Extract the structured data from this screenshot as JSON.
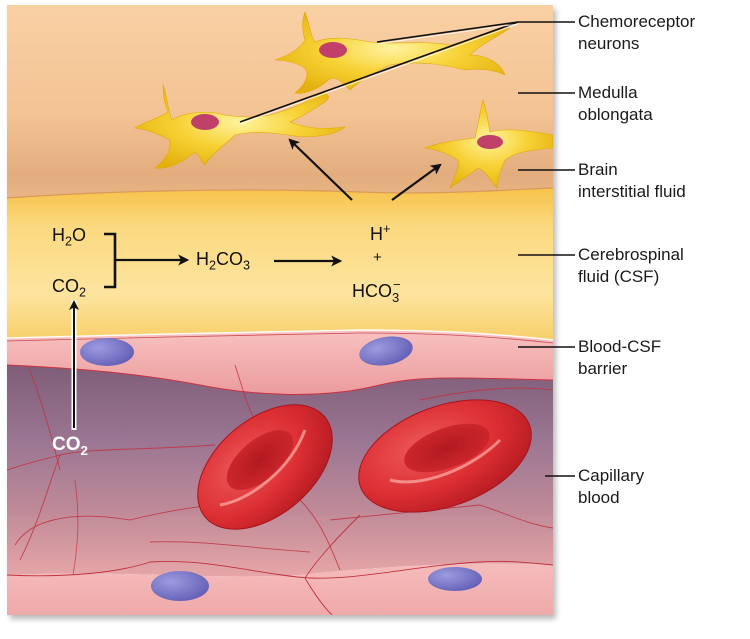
{
  "title": "Chemoreceptor response to CO2 in cerebrospinal fluid",
  "labels": [
    {
      "id": "chemoreceptor-neurons",
      "line1": "Chemoreceptor",
      "line2": "neurons"
    },
    {
      "id": "medulla-oblongata",
      "line1": "Medulla",
      "line2": "oblongata"
    },
    {
      "id": "brain-interstitial-fluid",
      "line1": "Brain",
      "line2": "interstitial fluid"
    },
    {
      "id": "cerebrospinal-fluid",
      "line1": "Cerebrospinal",
      "line2": "fluid (CSF)"
    },
    {
      "id": "blood-csf-barrier",
      "line1": "Blood-CSF",
      "line2": "barrier"
    },
    {
      "id": "capillary-blood",
      "line1": "Capillary",
      "line2": "blood"
    }
  ],
  "reaction": {
    "water": {
      "base": "H",
      "sub": "2",
      "rest": "O"
    },
    "co2_csf": {
      "base": "CO",
      "sub": "2"
    },
    "carbonic_acid": {
      "base": "H",
      "sub": "2",
      "mid": "CO",
      "sub2": "3"
    },
    "hydrogen_ion": {
      "base": "H",
      "sup": "+"
    },
    "plus": "+",
    "bicarbonate": {
      "base": "HCO",
      "sub": "3",
      "sup": "−"
    },
    "co2_blood": {
      "base": "CO",
      "sub": "2"
    }
  },
  "colors": {
    "medulla": "#f7c99a",
    "interstitial": "#e8b98a",
    "csf": "#fad67a",
    "barrier": "#f2a9a8",
    "capillary": "#8e6a86",
    "endothelium": "#f3b3b3",
    "rbc": "#d8262e",
    "nucleus": "#7a78c8",
    "neuron": "#f3c81f",
    "neuron_nucleus": "#c0406a",
    "leader": "#111111"
  }
}
